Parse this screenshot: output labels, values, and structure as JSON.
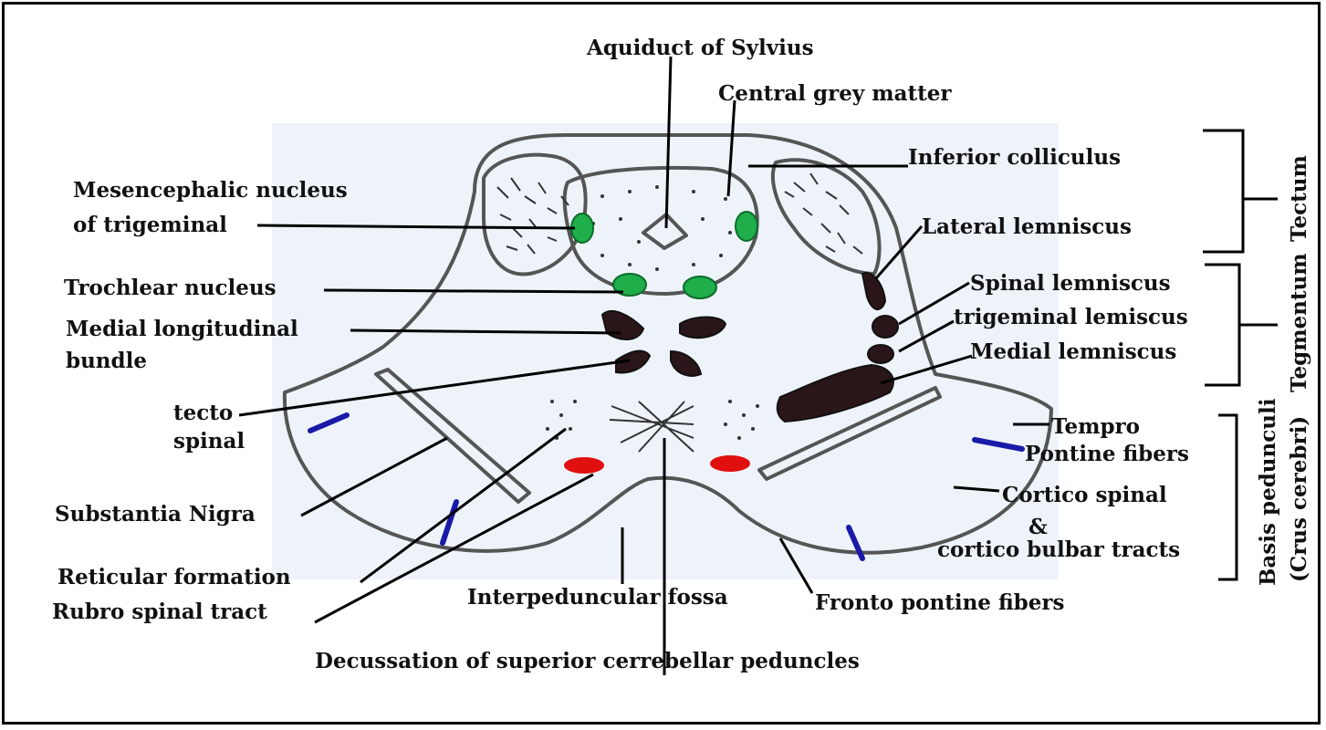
{
  "labels": {
    "aqueduct": "Aquiduct of Sylvius",
    "central_grey": "Central grey matter",
    "inferior_colliculus": "Inferior colliculus",
    "mesencephalic_1": "Mesencephalic nucleus",
    "mesencephalic_2": "of trigeminal",
    "lateral_lemniscus": "Lateral lemniscus",
    "trochlear": "Trochlear nucleus",
    "spinal_lemniscus": "Spinal lemniscus",
    "trigeminal_lemniscus": "trigeminal lemiscus",
    "mlb_1": "Medial longitudinal",
    "mlb_2": "bundle",
    "medial_lemniscus": "Medial lemniscus",
    "tecto_1": "tecto",
    "tecto_2": "spinal",
    "tempro_1": "Tempro",
    "tempro_2": "Pontine fibers",
    "cortico_1": "Cortico spinal",
    "cortico_2": "&",
    "cortico_3": "cortico bulbar tracts",
    "substantia_nigra": "Substantia Nigra",
    "reticular": "Reticular formation",
    "rubro": "Rubro spinal tract",
    "interpeduncular": "Interpeduncular fossa",
    "fronto": "Fronto pontine fibers",
    "decussation": "Decussation of superior cerrebellar peduncles"
  },
  "regions": {
    "tectum": "Tectum",
    "tegmentum": "Tegmentum",
    "basis_1": "Basis pedunculi",
    "basis_2": "(Crus cerebri)"
  },
  "colors": {
    "outline": "#555555",
    "nucleus_dark": "#2a1518",
    "trochlear_green": "#1fae4a",
    "red_nucleus": "#e01010",
    "blue_vessel": "#1a1aa8"
  }
}
